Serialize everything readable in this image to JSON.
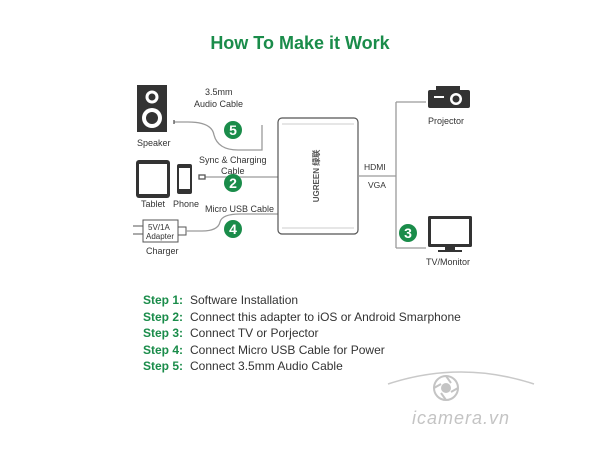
{
  "title": "How To Make it Work",
  "colors": {
    "accent": "#1a8c4a",
    "line": "#9a9a9a",
    "device": "#333333"
  },
  "devices": {
    "speaker": "Speaker",
    "tablet": "Tablet",
    "phone": "Phone",
    "charger": "Charger",
    "adapter_lines": [
      "5V/1A",
      "Adapter"
    ],
    "projector": "Projector",
    "tv": "TV/Monitor"
  },
  "adapter_brand": "UGREEN 绿联",
  "cables": {
    "audio": [
      "3.5mm",
      "Audio Cable"
    ],
    "sync": [
      "Sync & Charging",
      "Cable"
    ],
    "micro": "Micro USB Cable"
  },
  "outputs": [
    "HDMI",
    "VGA"
  ],
  "badges": {
    "audio": "5",
    "sync": "2",
    "micro": "4",
    "tv": "3"
  },
  "steps": [
    {
      "key": "Step 1:",
      "text": "Software Installation"
    },
    {
      "key": "Step 2:",
      "text": "Connect this adapter to iOS or Android Smarphone"
    },
    {
      "key": "Step 3:",
      "text": "Connect TV or Porjector"
    },
    {
      "key": "Step 4:",
      "text": "Connect Micro USB Cable for Power"
    },
    {
      "key": "Step 5:",
      "text": "Connect 3.5mm Audio Cable"
    }
  ],
  "watermark": "icamera.vn"
}
